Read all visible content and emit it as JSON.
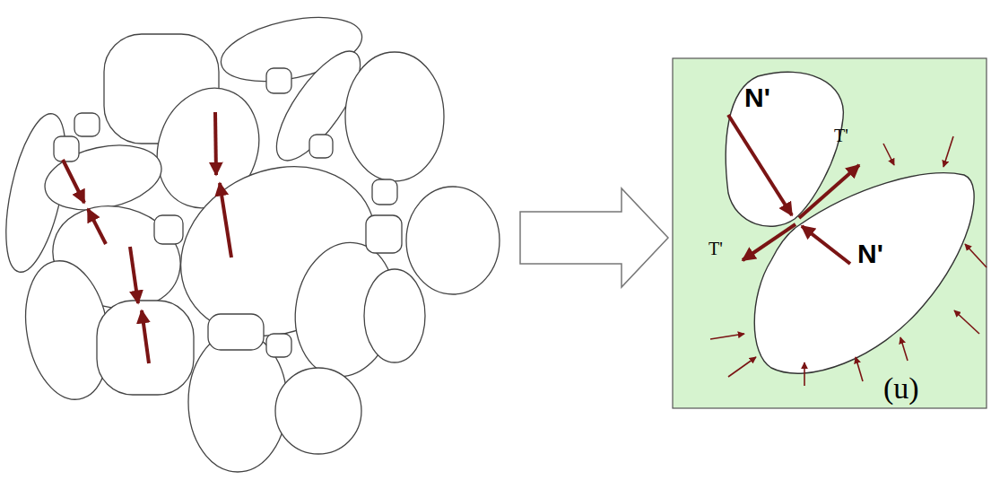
{
  "diagram": {
    "labels": [
      "N'",
      "T'",
      "T'",
      "N'",
      "(u)"
    ]
  }
}
